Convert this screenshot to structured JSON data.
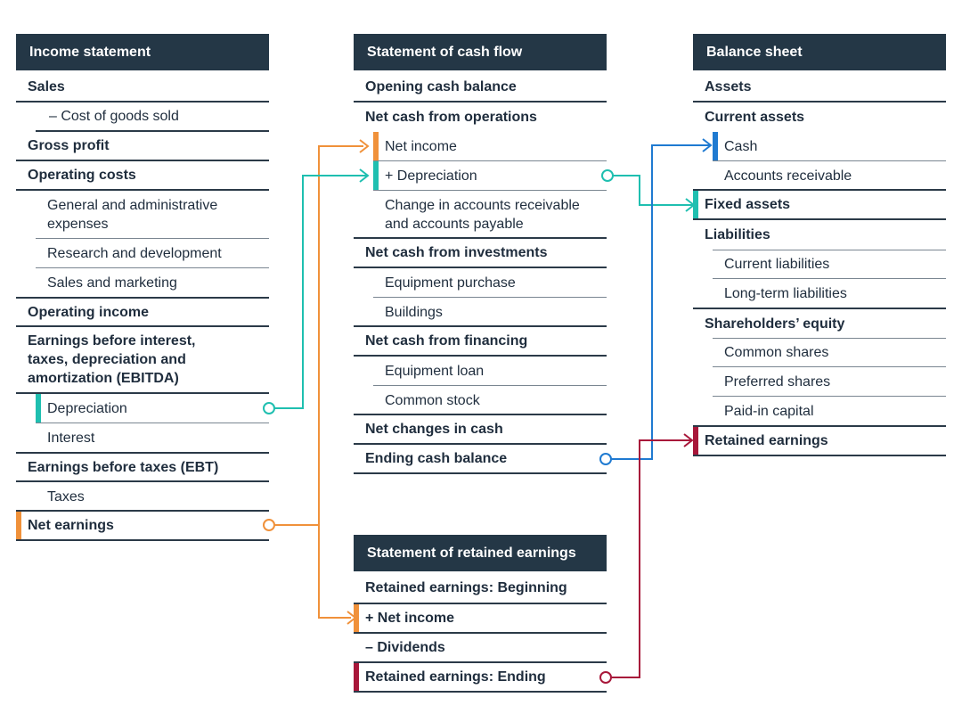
{
  "colors": {
    "header_bg": "#243746",
    "orange": "#f0913a",
    "teal": "#1fbfb0",
    "blue": "#1f7ad1",
    "red": "#a8173a"
  },
  "income": {
    "title": "Income statement",
    "rows": [
      "Sales",
      "– Cost of goods sold",
      "Gross profit",
      "Operating costs",
      "General and administrative expenses",
      "Research and development",
      "Sales and marketing",
      "Operating income",
      "Earnings before interest, taxes, depreciation and amortization (EBITDA)",
      "Depreciation",
      "Interest",
      "Earnings before taxes (EBT)",
      "Taxes",
      "Net earnings"
    ]
  },
  "cashflow": {
    "title": "Statement of cash flow",
    "rows": [
      "Opening cash balance",
      "Net cash from operations",
      "Net income",
      "+ Depreciation",
      "Change in accounts receivable and accounts payable",
      "Net cash from investments",
      "Equipment purchase",
      "Buildings",
      "Net cash from financing",
      "Equipment loan",
      "Common stock",
      "Net changes in cash",
      "Ending cash balance"
    ]
  },
  "balance": {
    "title": "Balance sheet",
    "rows": [
      "Assets",
      "Current assets",
      "Cash",
      "Accounts receivable",
      "Fixed assets",
      "Liabilities",
      "Current liabilities",
      "Long-term liabilities",
      "Shareholders’ equity",
      "Common shares",
      "Preferred shares",
      "Paid-in capital",
      "Retained earnings"
    ]
  },
  "retained": {
    "title": "Statement of retained earnings",
    "rows": [
      "Retained earnings: Beginning",
      "+ Net income",
      "– Dividends",
      "Retained earnings: Ending"
    ]
  }
}
